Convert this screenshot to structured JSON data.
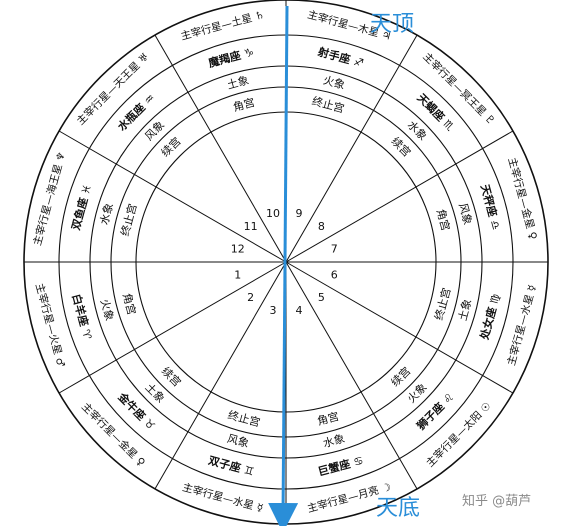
{
  "labels": {
    "top": "天顶",
    "bottom": "天底"
  },
  "watermark": "知乎 @葫芦",
  "colors": {
    "axis": "#2a8ed8",
    "line": "#111111",
    "label": "#2a8ed8"
  },
  "houses": [
    {
      "n": "1",
      "sign": "白羊座",
      "symbol": "♈",
      "ruler": "主宰行星—火星",
      "rulerSymbol": "♂",
      "element": "火象",
      "mode": "角宫"
    },
    {
      "n": "2",
      "sign": "金牛座",
      "symbol": "♉",
      "ruler": "主宰行星—金星",
      "rulerSymbol": "♀",
      "element": "土象",
      "mode": "续宫"
    },
    {
      "n": "3",
      "sign": "双子座",
      "symbol": "♊",
      "ruler": "主宰行星—水星",
      "rulerSymbol": "☿",
      "element": "风象",
      "mode": "终止宫"
    },
    {
      "n": "4",
      "sign": "巨蟹座",
      "symbol": "♋",
      "ruler": "主宰行星—月亮",
      "rulerSymbol": "☽",
      "element": "水象",
      "mode": "角宫"
    },
    {
      "n": "5",
      "sign": "狮子座",
      "symbol": "♌",
      "ruler": "主宰行星—太阳",
      "rulerSymbol": "☉",
      "element": "火象",
      "mode": "续宫"
    },
    {
      "n": "6",
      "sign": "处女座",
      "symbol": "♍",
      "ruler": "主宰行星—水星",
      "rulerSymbol": "☿",
      "element": "土象",
      "mode": "终止宫"
    },
    {
      "n": "7",
      "sign": "天秤座",
      "symbol": "♎",
      "ruler": "主宰行星—金星",
      "rulerSymbol": "♀",
      "element": "风象",
      "mode": "角宫"
    },
    {
      "n": "8",
      "sign": "天蝎座",
      "symbol": "♏",
      "ruler": "主宰行星—冥王星",
      "rulerSymbol": "♇",
      "element": "水象",
      "mode": "续宫"
    },
    {
      "n": "9",
      "sign": "射手座",
      "symbol": "♐",
      "ruler": "主宰行星—木星",
      "rulerSymbol": "♃",
      "element": "火象",
      "mode": "终止宫"
    },
    {
      "n": "10",
      "sign": "魔羯座",
      "symbol": "♑",
      "ruler": "主宰行星—土星",
      "rulerSymbol": "♄",
      "element": "土象",
      "mode": "角宫"
    },
    {
      "n": "11",
      "sign": "水瓶座",
      "symbol": "♒",
      "ruler": "主宰行星—天王星",
      "rulerSymbol": "♅",
      "element": "风象",
      "mode": "续宫"
    },
    {
      "n": "12",
      "sign": "双鱼座",
      "symbol": "♓",
      "ruler": "主宰行星—海王星",
      "rulerSymbol": "♆",
      "element": "水象",
      "mode": "终止宫"
    }
  ]
}
